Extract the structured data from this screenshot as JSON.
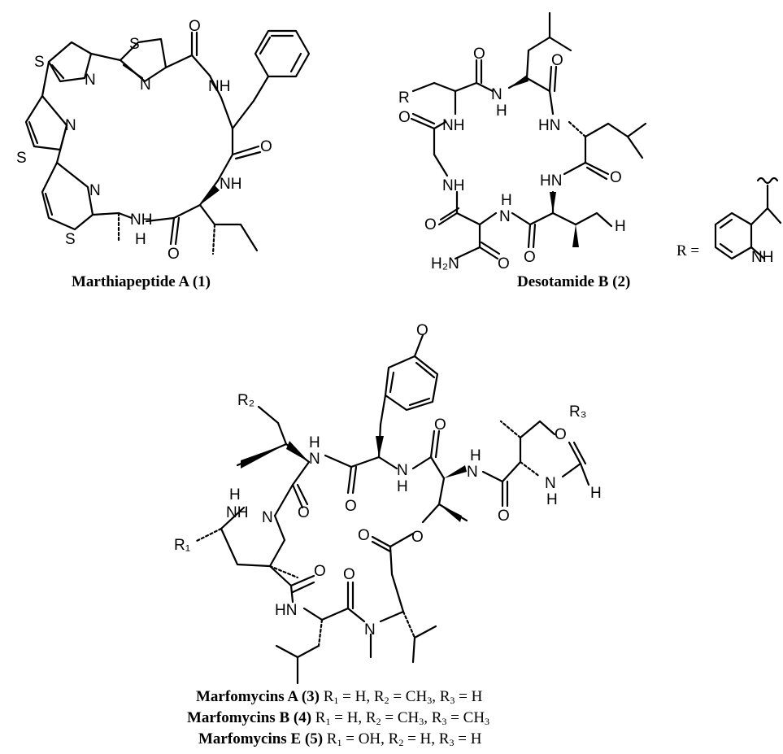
{
  "compound1": {
    "caption": "Marthiapeptide A (1)"
  },
  "compound2": {
    "caption": "Desotamide B (2)",
    "r_label": "R ="
  },
  "marfomycins": [
    {
      "name": "Marfomycins A (3)",
      "r1": "H",
      "r2": "CH",
      "r2_sub": "3",
      "r3": "H",
      "r3_sub": ""
    },
    {
      "name": "Marfomycins B (4)",
      "r1": "H",
      "r2": "CH",
      "r2_sub": "3",
      "r3": "CH",
      "r3_sub": "3"
    },
    {
      "name": "Marfomycins E (5)",
      "r1": "OH",
      "r2": "H",
      "r2_sub": "",
      "r3": "H",
      "r3_sub": ""
    }
  ],
  "labels": {
    "S": "S",
    "N": "N",
    "O": "O",
    "NH": "NH",
    "HN": "HN",
    "H": "H",
    "H2N": "H₂N",
    "R": "R",
    "R1": "R₁",
    "R2": "R₂",
    "R3": "R₃"
  }
}
